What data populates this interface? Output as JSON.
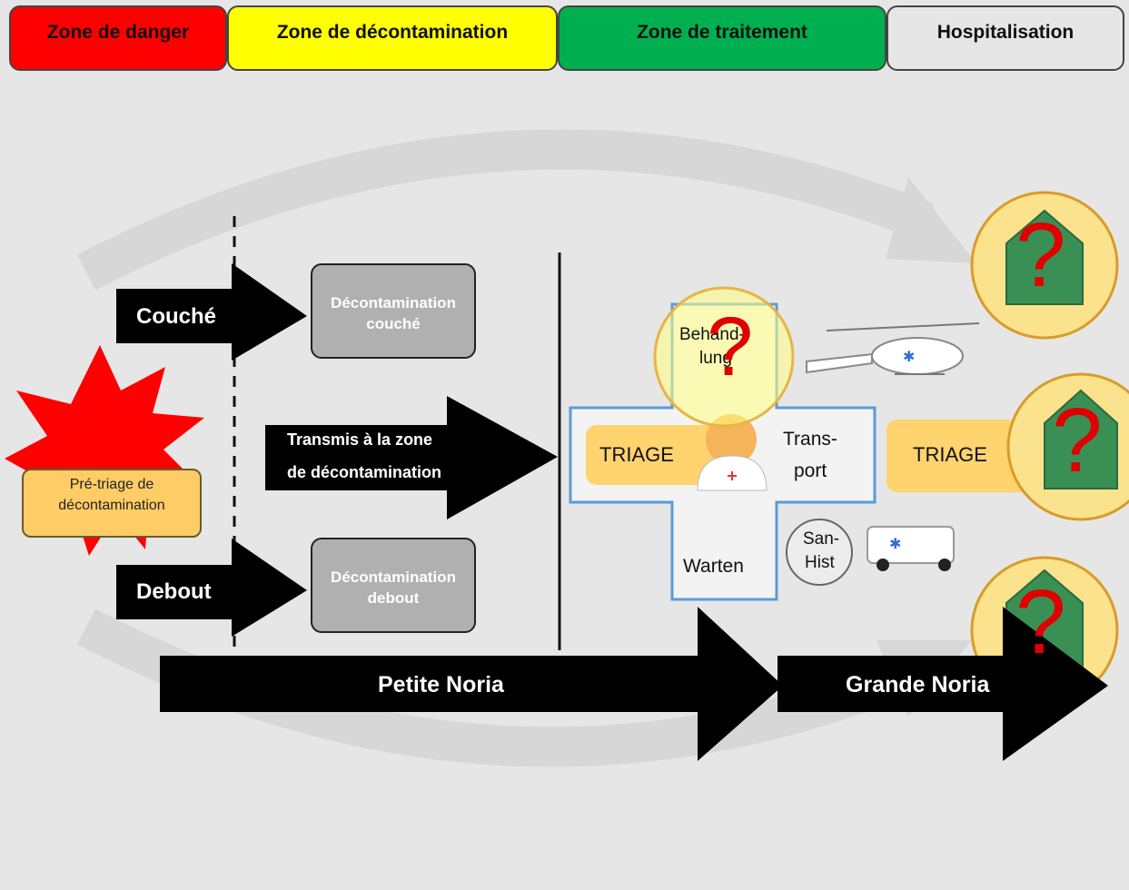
{
  "zones": [
    {
      "label": "Zone de danger",
      "color": "#ff0000"
    },
    {
      "label": "Zone de décontamination",
      "color": "#ffff00"
    },
    {
      "label": "Zone de traitement",
      "color": "#00b050"
    },
    {
      "label": "Hospitalisation",
      "color": "#e6e6e6"
    }
  ],
  "pretriage": {
    "line1": "Pré-triage de",
    "line2": "décontamination"
  },
  "arrows": {
    "couche": "Couché",
    "debout": "Debout",
    "transmis_line1": "Transmis à la zone",
    "transmis_line2": "de décontamination"
  },
  "decon": {
    "couche": {
      "line1": "Décontamination",
      "line2": "couché"
    },
    "debout": {
      "line1": "Décontamination",
      "line2": "debout"
    }
  },
  "treatment": {
    "behandlung": "Behandlung",
    "behandlung_line1": "Behand-",
    "behandlung_line2": "lung",
    "triage_left": "TRIAGE",
    "triage_right": "TRIAGE",
    "transport_line1": "Trans-",
    "transport_line2": "port",
    "warten": "Warten",
    "sanhist_line1": "San-",
    "sanhist_line2": "Hist",
    "question_mark": "?"
  },
  "hospital_marker": "?",
  "bottom": {
    "petite_noria": "Petite Noria",
    "grande_noria": "Grande Noria"
  },
  "icons": [
    "explosion-icon",
    "helicopter-icon",
    "ambulance-icon",
    "hospital-icon",
    "medic-icon",
    "question-mark-icon"
  ]
}
